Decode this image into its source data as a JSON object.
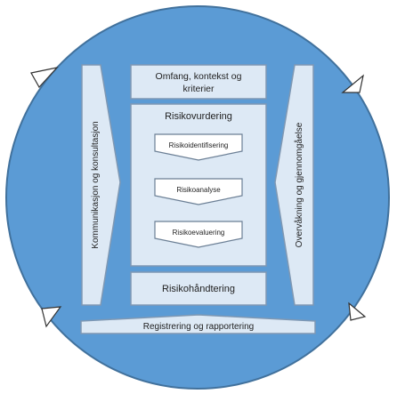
{
  "diagram": {
    "scope_label_line1": "Omfang, kontekst og",
    "scope_label_line2": "kriterier",
    "assessment_title": "Risikovurdering",
    "identification_label": "Risikoidentifisering",
    "analysis_label": "Risikoanalyse",
    "evaluation_label": "Risikoevaluering",
    "treatment_label": "Risikohåndtering",
    "left_arrow_label": "Kommunikasjon og konsultasjon",
    "right_arrow_label": "Overvåkning og gjennomgåelse",
    "bottom_bar_label": "Registrering og rapportering"
  },
  "colors": {
    "circle_fill": "#5b9bd5",
    "circle_stroke": "#41719c",
    "box_fill": "#dde9f5",
    "box_stroke": "#7f98b3",
    "step_fill": "#ffffff",
    "step_stroke": "#6b7f95",
    "text": "#1f1f1f"
  }
}
